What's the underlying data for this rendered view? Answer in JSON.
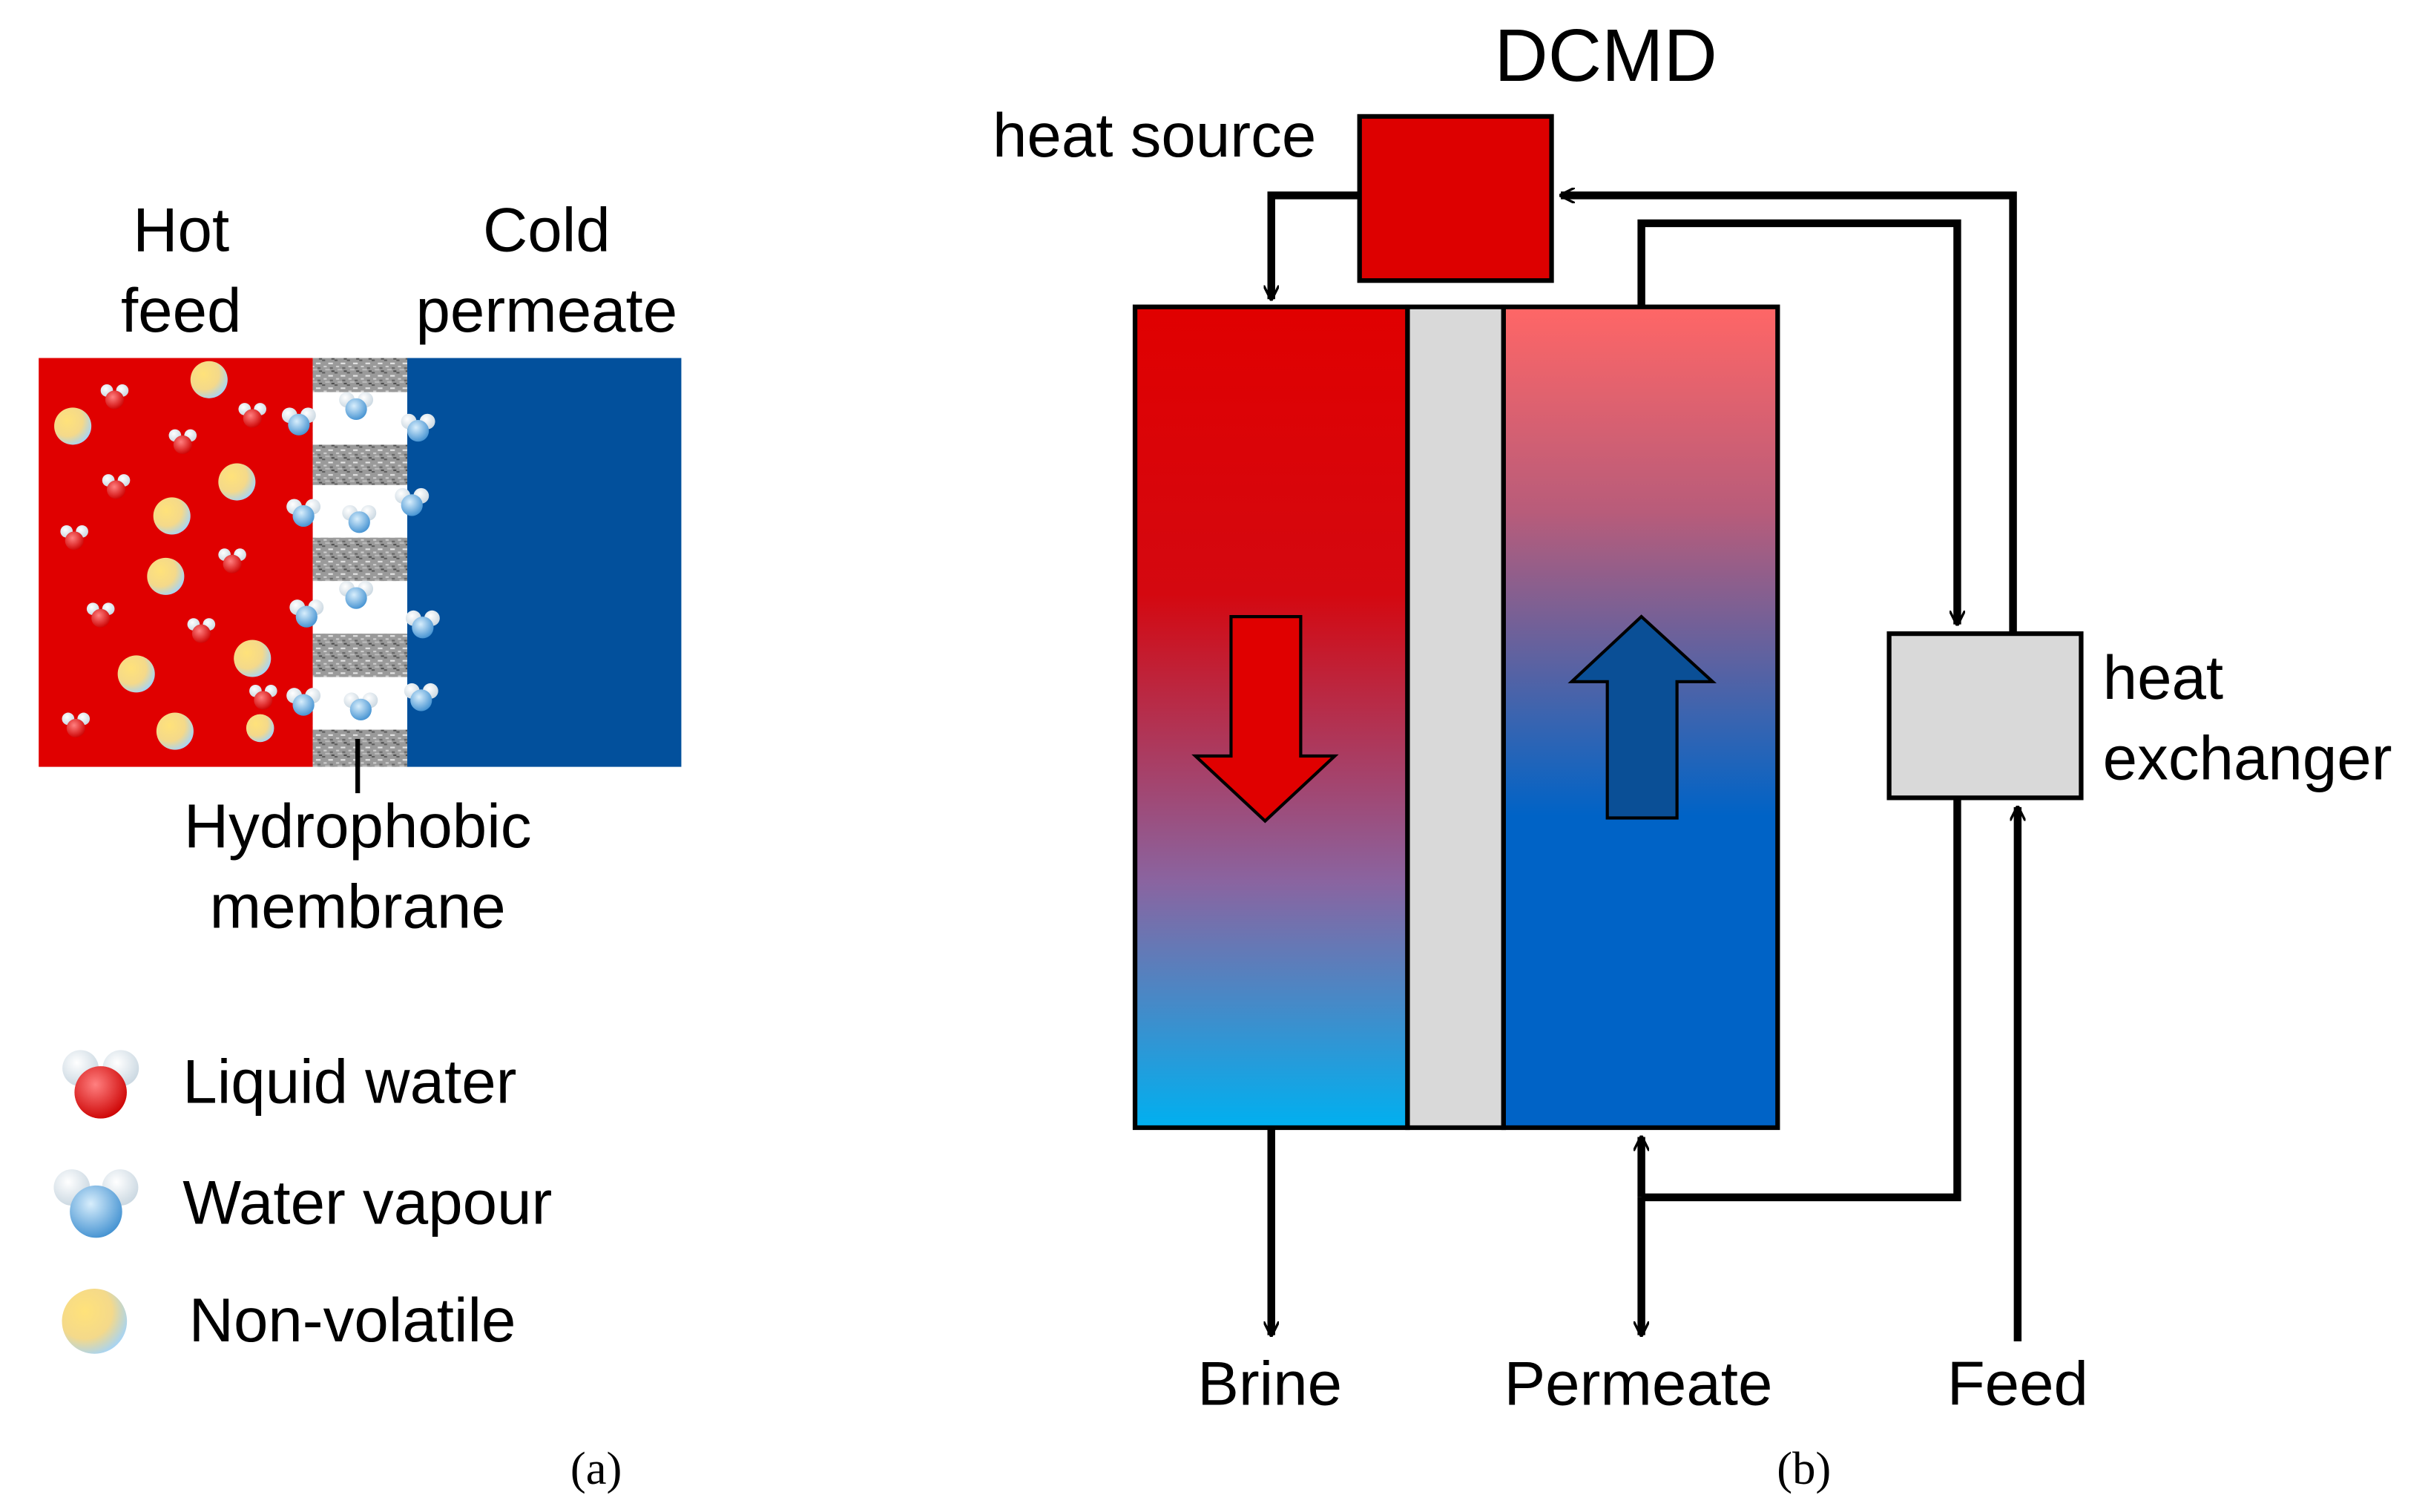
{
  "panel_a": {
    "hot_feed": [
      "Hot",
      "feed"
    ],
    "cold_permeate": [
      "Cold",
      "permeate"
    ],
    "membrane_label": [
      "Hydrophobic",
      "membrane"
    ],
    "legend": [
      {
        "icon": "liquid-water-molecule-icon",
        "label": "Liquid water"
      },
      {
        "icon": "water-vapour-molecule-icon",
        "label": "Water vapour"
      },
      {
        "icon": "non-volatile-particle-icon",
        "label": "Non-volatile"
      }
    ],
    "caption": "(a)"
  },
  "panel_b": {
    "title": "DCMD",
    "heat_source": "heat source",
    "heat_exchanger": [
      "heat",
      "exchanger"
    ],
    "outputs": [
      "Brine",
      "Permeate",
      "Feed"
    ],
    "caption": "(b)"
  },
  "colors": {
    "hot": "#e00000",
    "cold": "#02509c",
    "membrane": "#d9d9d9",
    "heat_source": "#dd0000",
    "exchanger": "#d9d9d9",
    "hot_gradient_bottom": "#00b0f0",
    "cold_gradient_top": "#ff6666",
    "cold_gradient_bottom": "#0063c6"
  }
}
